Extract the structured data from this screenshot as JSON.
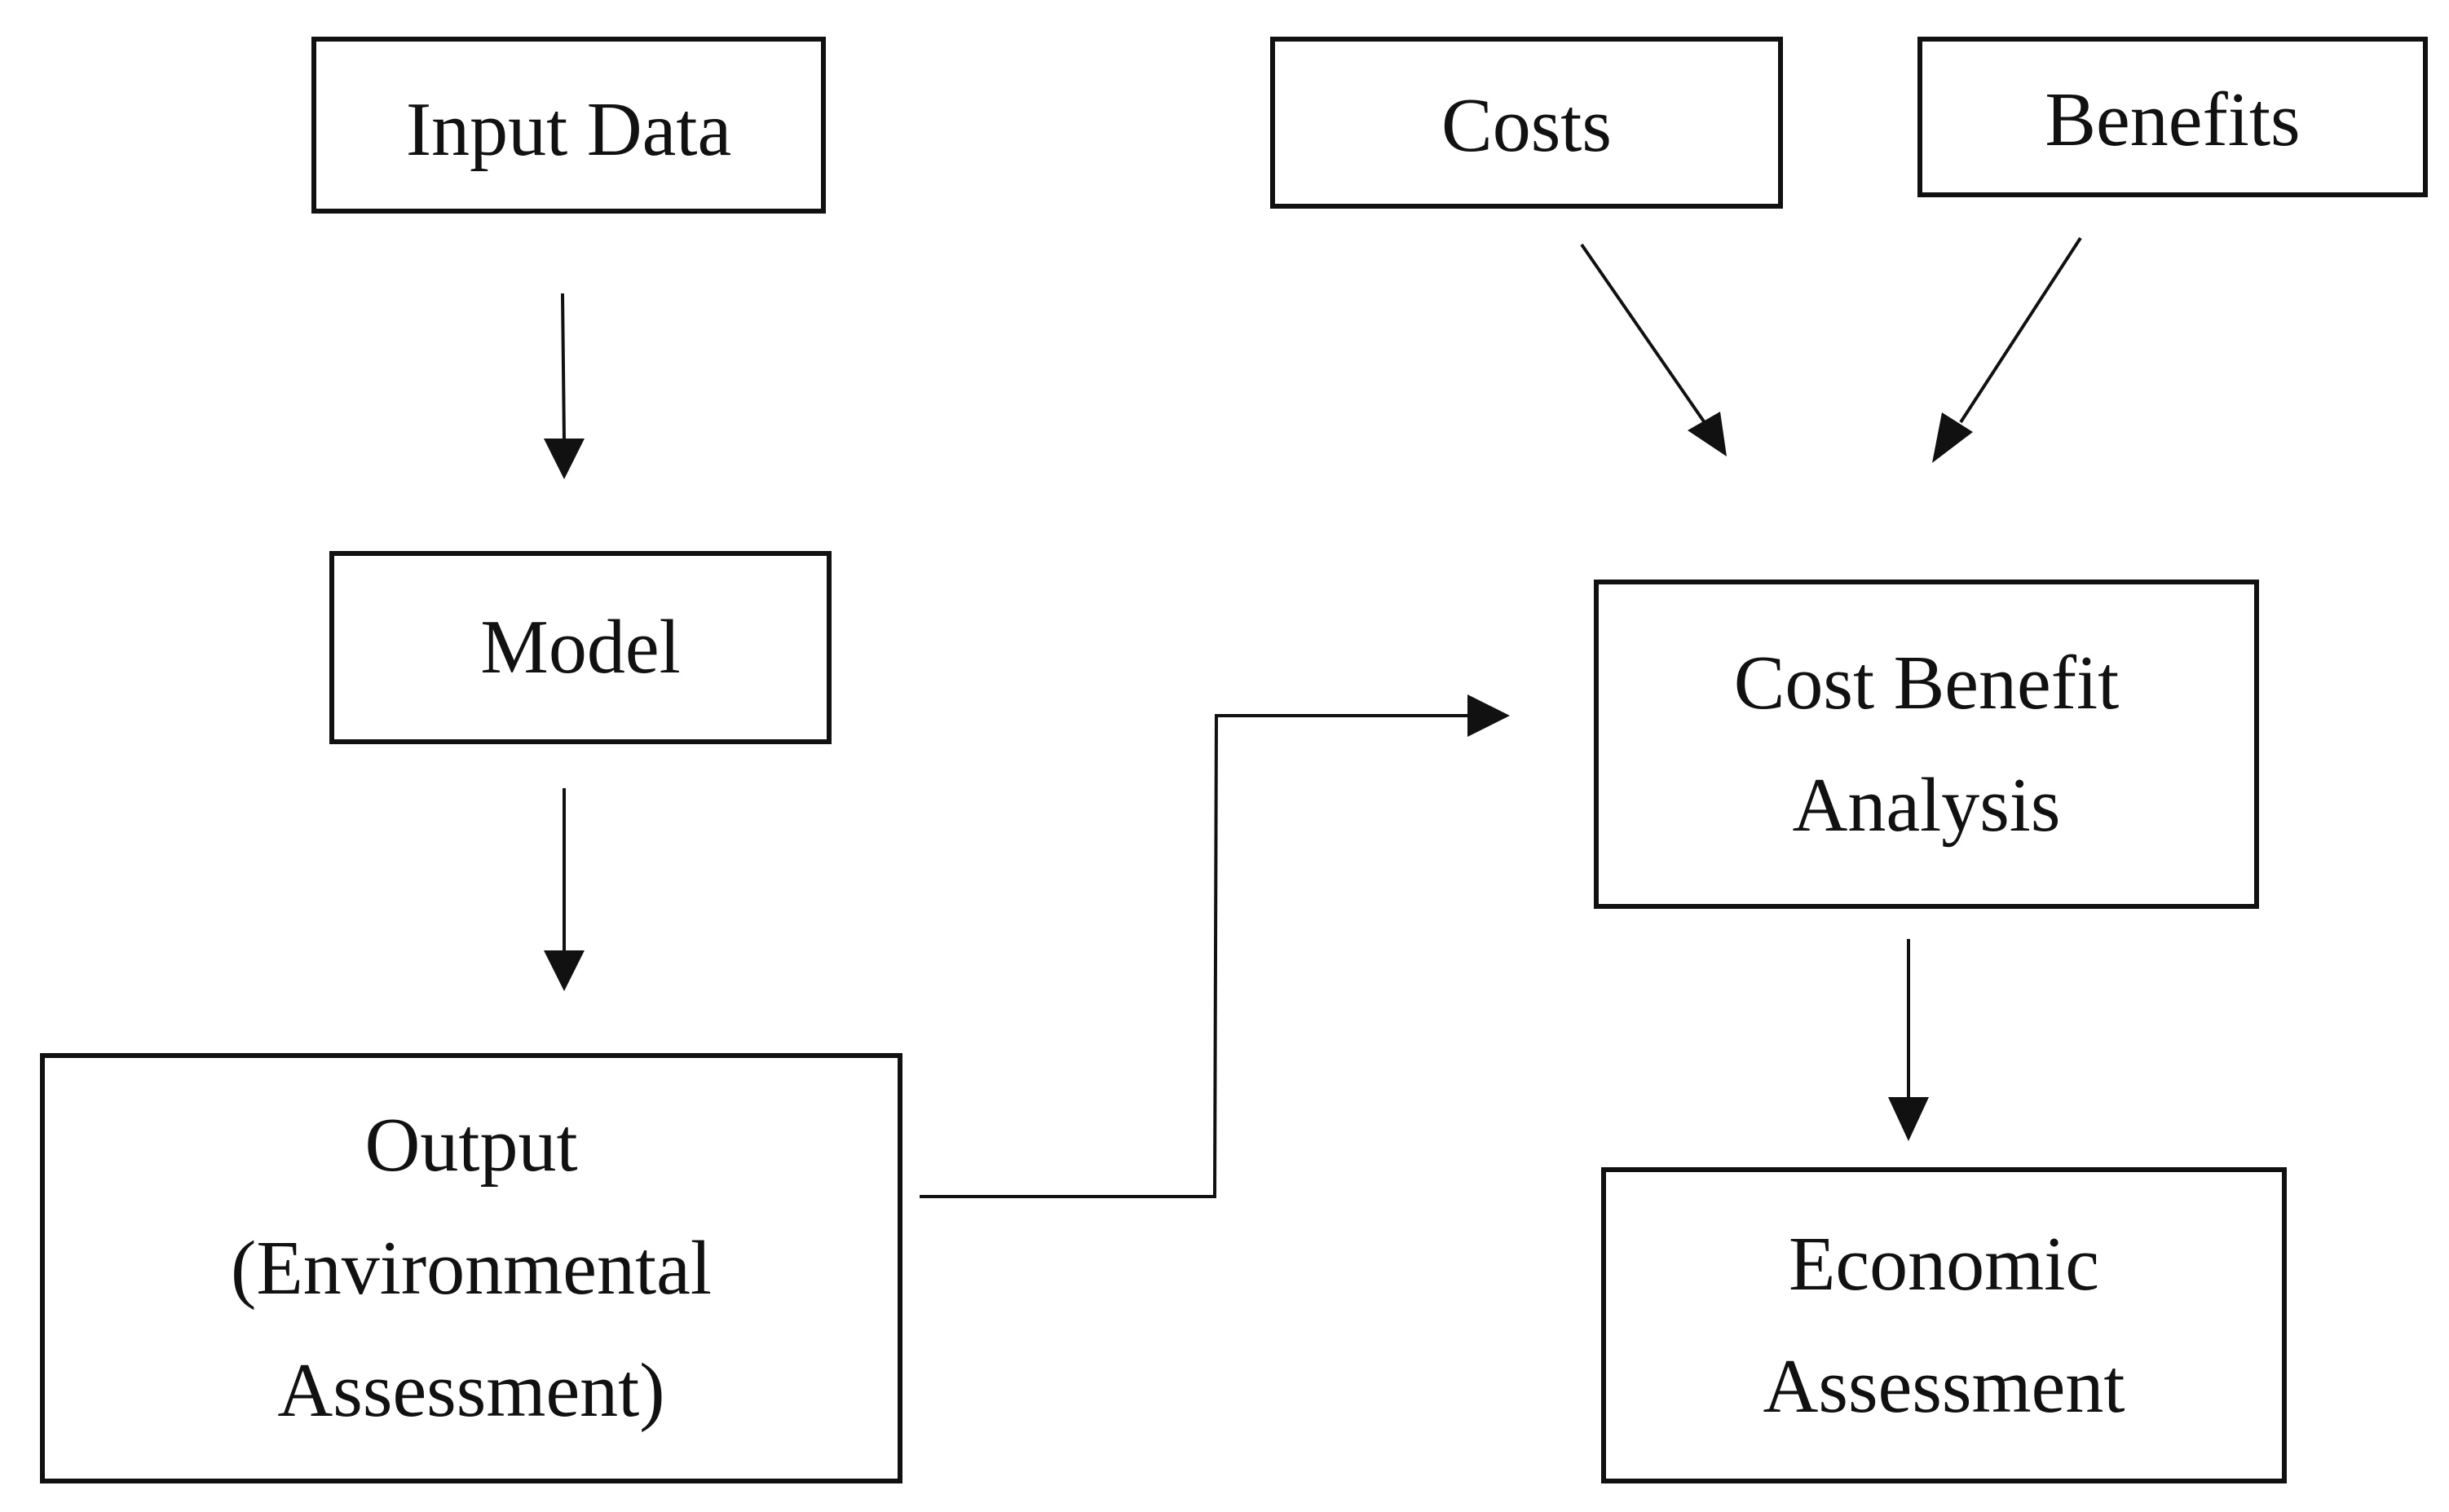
{
  "diagram": {
    "nodes": {
      "input_data": "Input Data",
      "model": "Model",
      "output": "Output\n(Environmental\nAssessment)",
      "costs": "Costs",
      "benefits": "Benefits",
      "cost_benefit_analysis": "Cost Benefit\nAnalysis",
      "economic_assessment": "Economic\nAssessment"
    },
    "edges": [
      {
        "from": "Input Data",
        "to": "Model"
      },
      {
        "from": "Model",
        "to": "Output (Environmental Assessment)"
      },
      {
        "from": "Output (Environmental Assessment)",
        "to": "Cost Benefit Analysis"
      },
      {
        "from": "Costs",
        "to": "Cost Benefit Analysis"
      },
      {
        "from": "Benefits",
        "to": "Cost Benefit Analysis"
      },
      {
        "from": "Cost Benefit Analysis",
        "to": "Economic Assessment"
      }
    ],
    "colors": {
      "line": "#111111",
      "background": "#ffffff"
    }
  }
}
